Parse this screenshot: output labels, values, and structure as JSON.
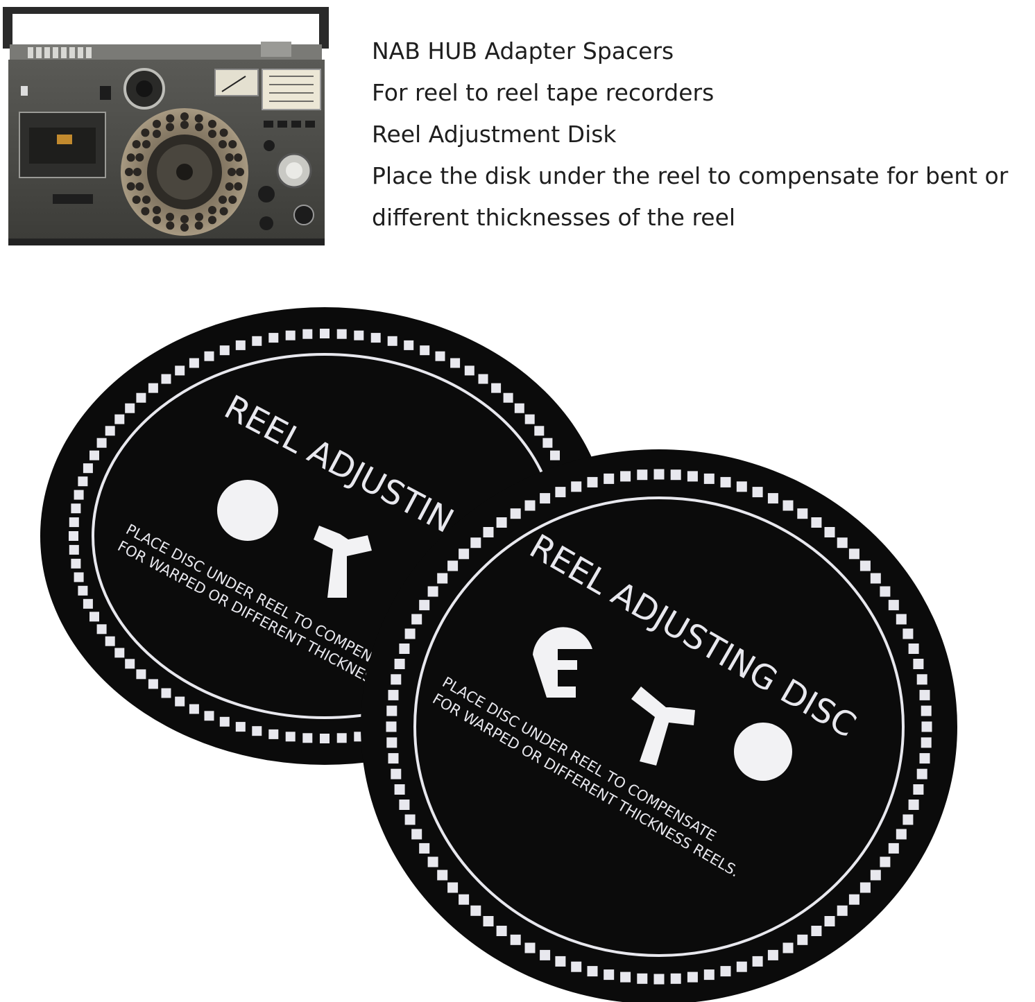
{
  "features": [
    "NAB HUB Adapter Spacers",
    "For reel to reel tape recorders",
    "Reel Adjustment Disk",
    "Place the disk under the reel to compensate for bent or",
    "different thicknesses of the reel"
  ],
  "back_disc": {
    "title": "REEL ADJUSTIN",
    "note_line1": "PLACE DISC UNDER REEL TO COMPEN",
    "note_line2": "FOR WARPED OR DIFFERENT THICKNES"
  },
  "front_disc": {
    "title": "REEL ADJUSTING DISC",
    "note_line1": "PLACE DISC UNDER REEL TO COMPENSATE",
    "note_line2": "FOR WARPED OR DIFFERENT THICKNESS REELS."
  },
  "colors": {
    "disc": "#0b0b0b",
    "marking": "#e8e8ee",
    "recorder_body": "#4a4a46"
  },
  "icons": {
    "recorder": "cassette-radio-photo",
    "disc": "reel-adjusting-disc"
  }
}
